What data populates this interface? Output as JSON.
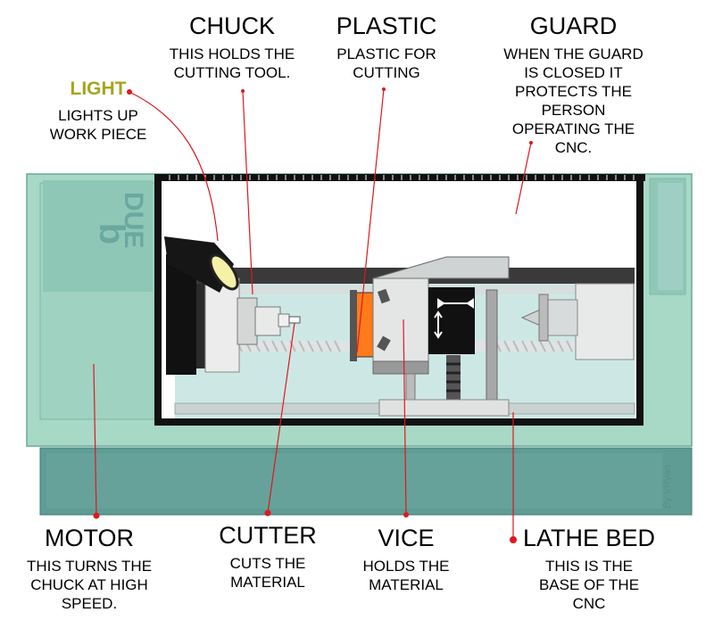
{
  "brand": "DUE",
  "credit": "By VRyan",
  "colors": {
    "body": "#a8d8c6",
    "panel": "#8fc7b6",
    "base": "#5f9c94",
    "glass": "#cde8e4",
    "plastic": "#ff7a1a",
    "frame": "#111111",
    "leader": "#e0171f",
    "light_title": "#a8a420"
  },
  "labels": {
    "chuck": {
      "title": "CHUCK",
      "lines": [
        "THIS HOLDS THE",
        "CUTTING TOOL."
      ]
    },
    "plastic": {
      "title": "PLASTIC",
      "lines": [
        "PLASTIC FOR",
        "CUTTING"
      ]
    },
    "guard": {
      "title": "GUARD",
      "lines": [
        "WHEN THE GUARD",
        "IS CLOSED IT",
        "PROTECTS THE",
        "PERSON",
        "OPERATING THE",
        "CNC."
      ]
    },
    "light": {
      "title": "LIGHT",
      "lines": [
        "LIGHTS UP",
        "WORK PIECE"
      ]
    },
    "motor": {
      "title": "MOTOR",
      "lines": [
        "THIS TURNS THE",
        "CHUCK AT HIGH",
        "SPEED."
      ]
    },
    "cutter": {
      "title": "CUTTER",
      "lines": [
        "CUTS THE",
        "MATERIAL"
      ]
    },
    "vice": {
      "title": "VICE",
      "lines": [
        "HOLDS THE",
        "MATERIAL"
      ]
    },
    "lathebed": {
      "title": "LATHE BED",
      "lines": [
        "THIS IS THE",
        "BASE OF THE",
        "CNC"
      ]
    }
  }
}
